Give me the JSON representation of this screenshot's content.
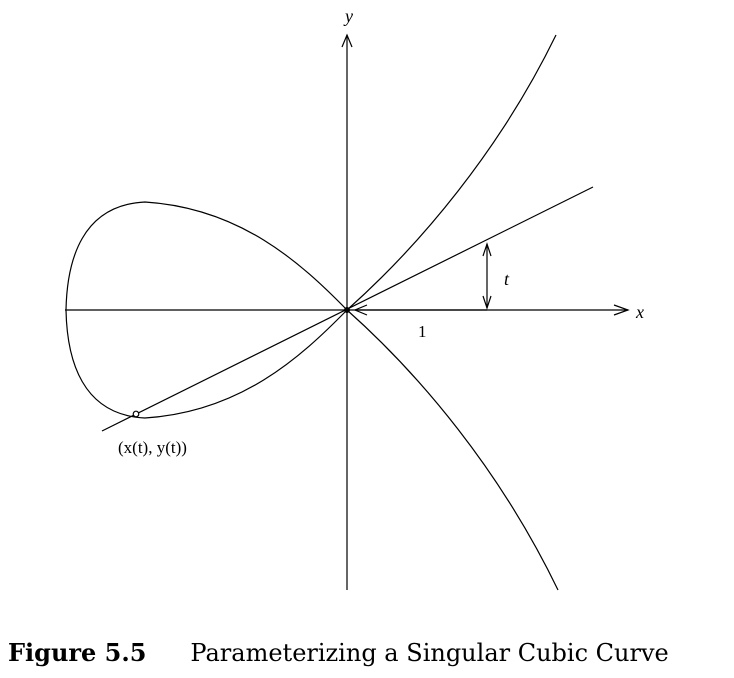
{
  "labels": {
    "y_axis": "y",
    "x_axis": "x",
    "t": "t",
    "one": "1",
    "point": "(x(t), y(t))"
  },
  "caption": {
    "label": "Figure 5.5",
    "title": "Parameterizing a Singular Cubic Curve"
  }
}
